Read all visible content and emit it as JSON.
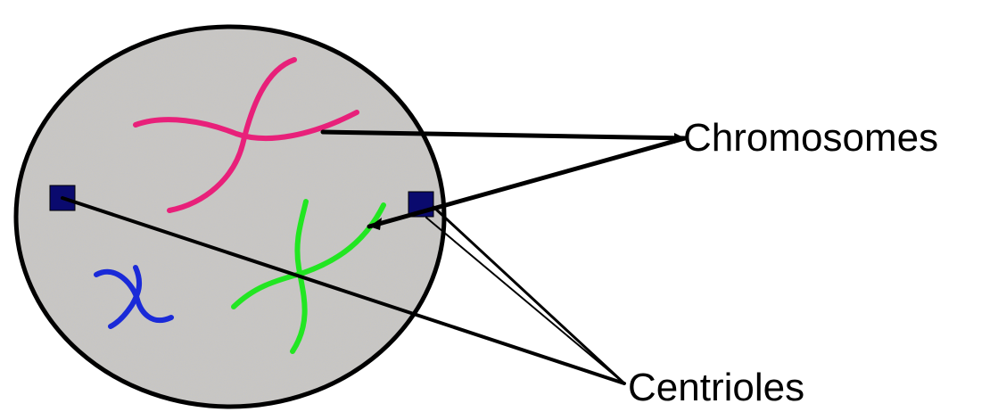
{
  "labels": {
    "chromosomes": "Chromosomes",
    "centrioles": "Centrioles"
  },
  "colors": {
    "cell_fill": "#c9c7c2",
    "cell_outline": "#000000",
    "centriole": "#0a0a6e",
    "chromosome_pink": "#e8207a",
    "chromosome_green": "#22e622",
    "chromosome_blue": "#1a2ad8",
    "pointer_line": "#000000"
  },
  "icons": {
    "centriole_shape": "square",
    "cell_shape": "circle"
  }
}
